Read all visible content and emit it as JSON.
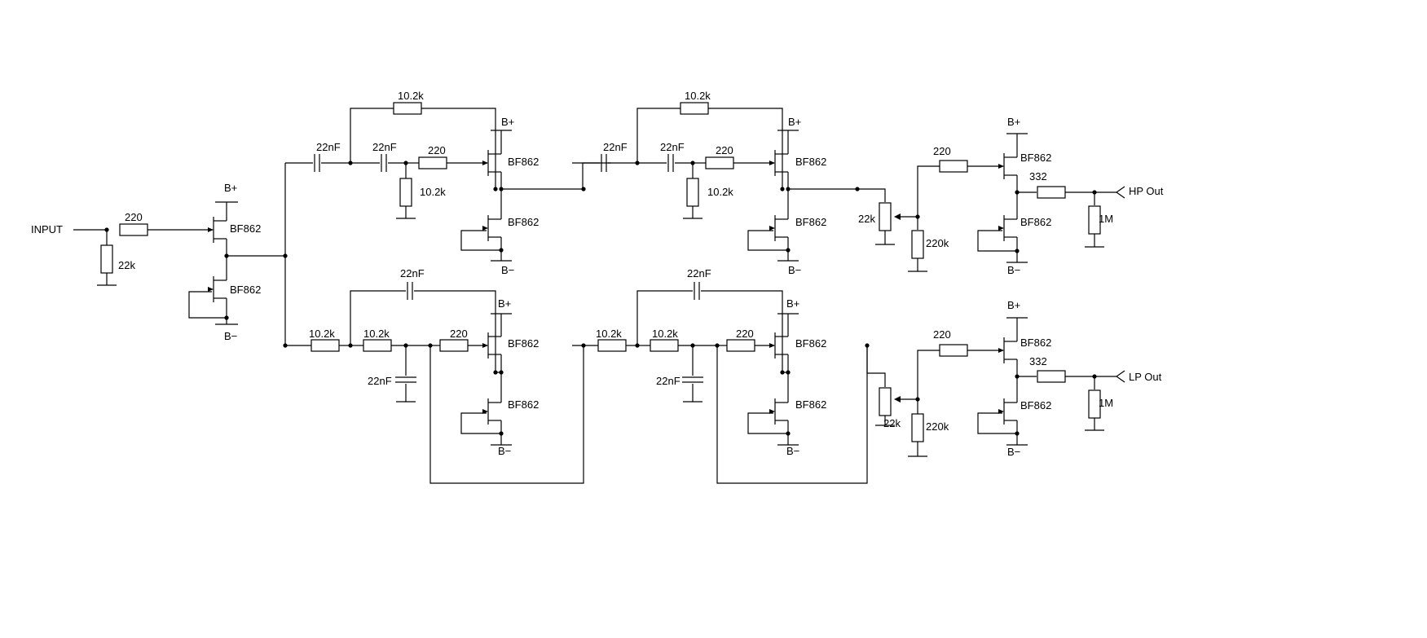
{
  "io": {
    "input": "INPUT",
    "hp_out": "HP Out",
    "lp_out": "LP Out"
  },
  "supply": {
    "pos": "B+",
    "neg": "B−"
  },
  "values": {
    "r220": "220",
    "r22k": "22k",
    "r10k2": "10.2k",
    "r220k": "220k",
    "r332": "332",
    "r1m": "1M",
    "c22n": "22nF",
    "fet": "BF862"
  }
}
